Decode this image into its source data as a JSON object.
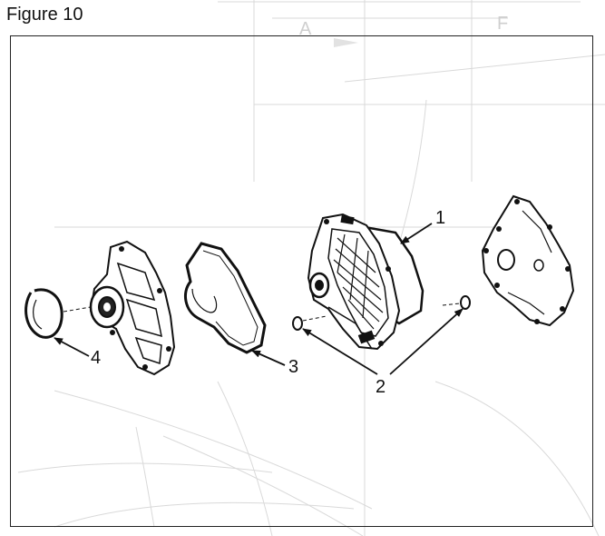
{
  "figure": {
    "title": "Figure 10"
  },
  "background_labels": [
    "A",
    "F"
  ],
  "callouts": [
    {
      "id": "1",
      "label": "1"
    },
    {
      "id": "2",
      "label": "2"
    },
    {
      "id": "3",
      "label": "3"
    },
    {
      "id": "4",
      "label": "4"
    }
  ],
  "colors": {
    "ink": "#111111",
    "ghost": "#d4d4d4"
  }
}
